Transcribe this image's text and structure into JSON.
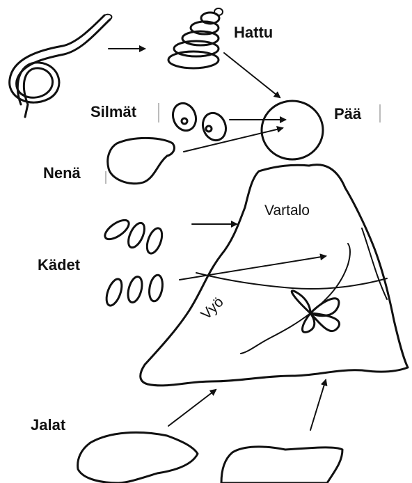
{
  "labels": {
    "hat": "Hattu",
    "eyes": "Silmät",
    "head": "Pää",
    "nose": "Nenä",
    "body": "Vartalo",
    "hands": "Kädet",
    "belt": "Vyö",
    "legs": "Jalat"
  },
  "colors": {
    "ink": "#111111",
    "paper": "#ffffff"
  }
}
